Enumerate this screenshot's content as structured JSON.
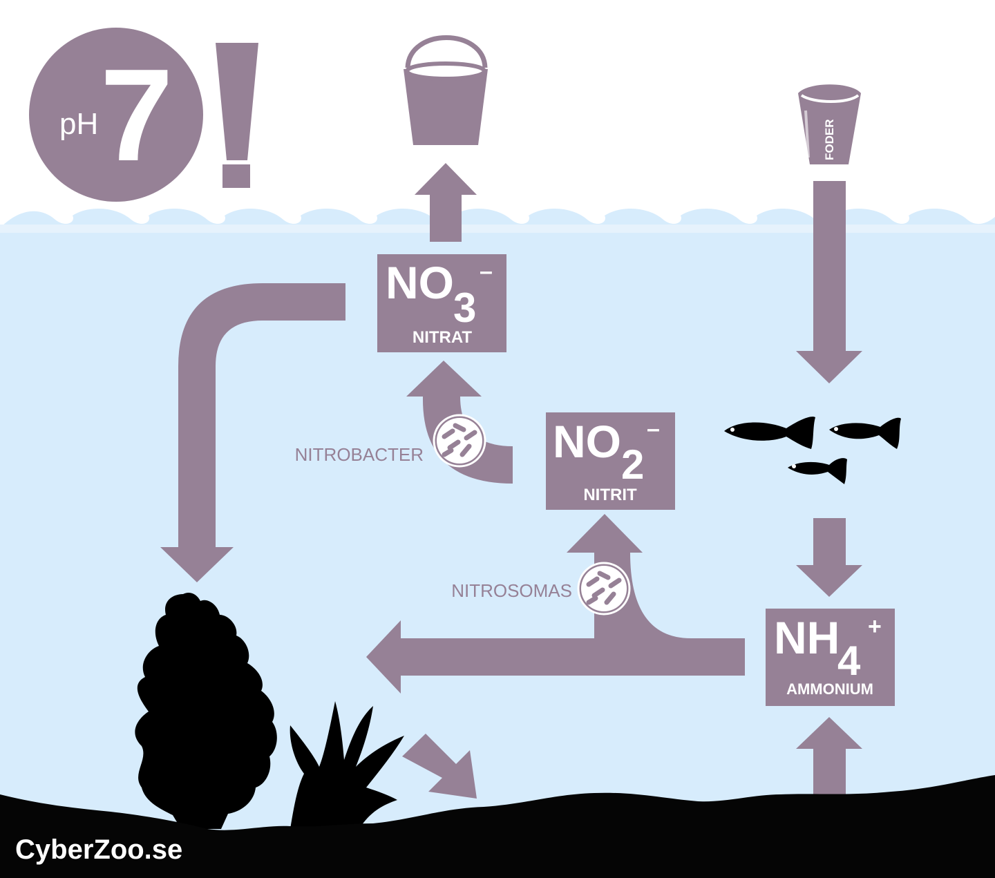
{
  "colors": {
    "water": "#d7ecfc",
    "foam": "#e6f2fc",
    "accent": "#968196",
    "ground": "#050505",
    "white": "#ffffff"
  },
  "ph_badge": {
    "prefix": "pH",
    "value": "7",
    "exclamation": "!"
  },
  "foder_label": "FODER",
  "nitrate": {
    "formula": "NO",
    "subscript": "3",
    "charge": "–",
    "name": "NITRAT"
  },
  "nitrite": {
    "formula": "NO",
    "subscript": "2",
    "charge": "–",
    "name": "NITRIT"
  },
  "ammonium": {
    "formula": "NH",
    "subscript": "4",
    "charge": "+",
    "name": "AMMONIUM"
  },
  "bacteria": {
    "nitrobacter": "NITROBACTER",
    "nitrosomas": "NITROSOMAS"
  },
  "brand": "CyberZoo.se",
  "icons": [
    "bucket-icon",
    "food-jar-icon",
    "fish-icon",
    "bacteria-icon",
    "plant-icon"
  ]
}
